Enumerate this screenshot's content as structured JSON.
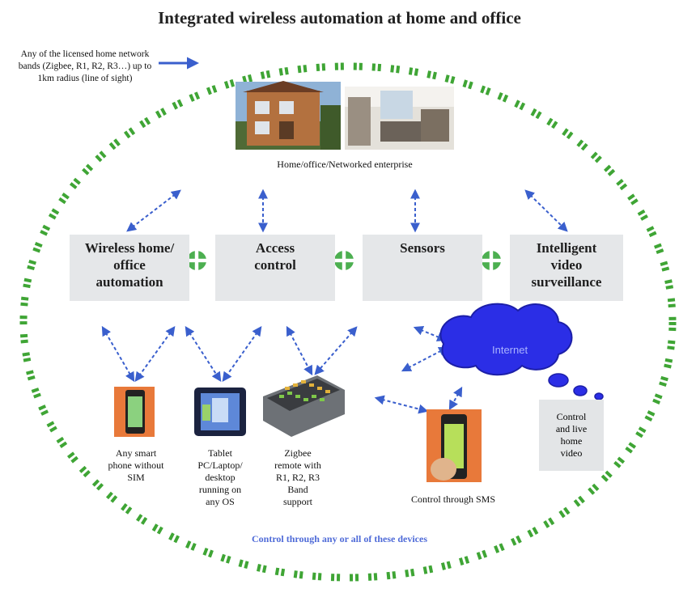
{
  "title": "Integrated wireless automation at home and office",
  "range_note": "Any of the licensed home network bands (Zigbee, R1, R2, R3…) up to 1km radius (line of sight)",
  "enterprise_caption": "Home/office/Networked enterprise",
  "modules": [
    {
      "label": "Wireless home/ office automation"
    },
    {
      "label": "Access control"
    },
    {
      "label": "Sensors"
    },
    {
      "label": "Intelligent video surveillance"
    }
  ],
  "cloud_label": "Internet",
  "devices": [
    {
      "caption": "Any smart\nphone without\nSIM"
    },
    {
      "caption": "Tablet\nPC/Laptop/\ndesktop\nrunning on\nany OS"
    },
    {
      "caption": "Zigbee\nremote with\nR1, R2, R3\nBand\nsupport"
    },
    {
      "caption": "Control through SMS"
    }
  ],
  "video_box": "Control\nand live\nhome\nvideo",
  "footer": "Control through any or all of these devices",
  "colors": {
    "ring_green": "#3fa535",
    "arrow_blue": "#3a5fcd",
    "cloud_blue": "#2b2ee6",
    "box_grey": "#e5e7e9",
    "connector_green": "#4caf50",
    "footer_blue": "#4f6bd8"
  }
}
